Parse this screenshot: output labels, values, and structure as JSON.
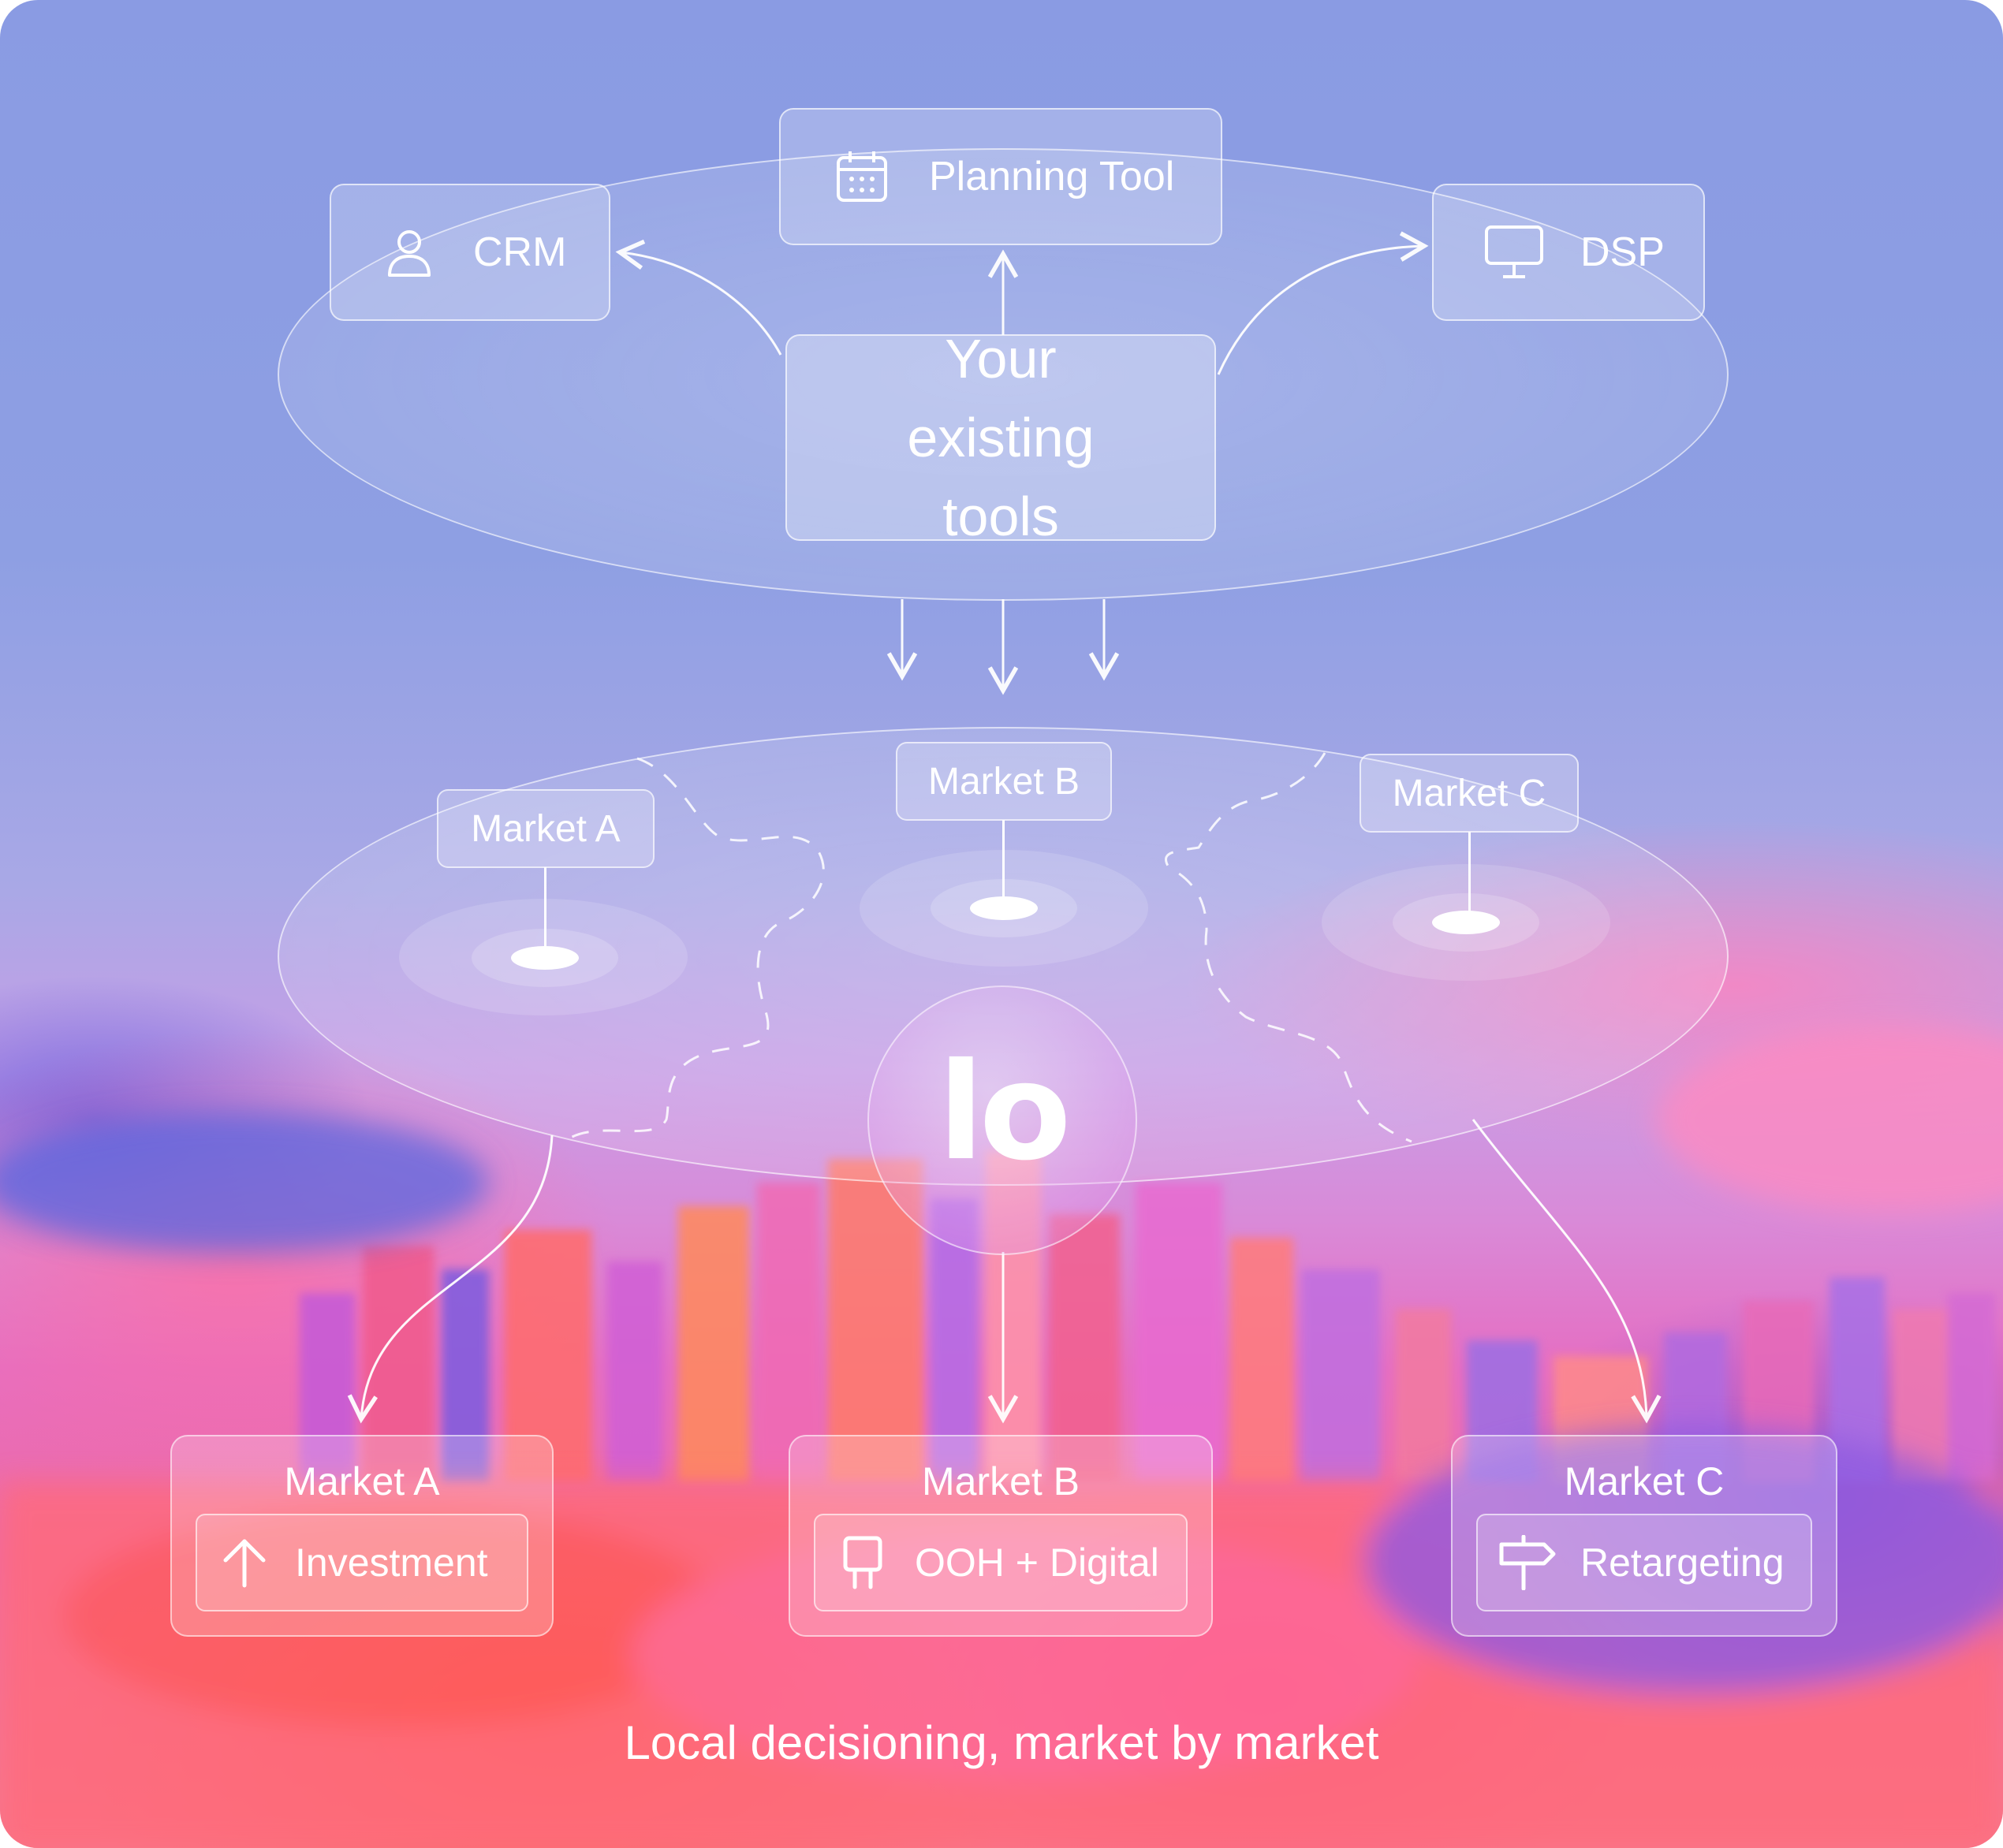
{
  "top": {
    "center_label": "Your existing tools",
    "tools": [
      {
        "label": "CRM",
        "icon": "user-icon"
      },
      {
        "label": "Planning Tool",
        "icon": "calendar-icon"
      },
      {
        "label": "DSP",
        "icon": "monitor-icon"
      }
    ]
  },
  "markets_map": [
    {
      "label": "Market A"
    },
    {
      "label": "Market B"
    },
    {
      "label": "Market C"
    }
  ],
  "hub": {
    "logo_text": "lo"
  },
  "results": [
    {
      "market": "Market A",
      "action": "Investment",
      "icon": "arrow-up-icon"
    },
    {
      "market": "Market B",
      "action": "OOH + Digital",
      "icon": "billboard-icon"
    },
    {
      "market": "Market C",
      "action": "Retargeting",
      "icon": "signpost-icon"
    }
  ],
  "caption": "Local decisioning, market by market"
}
